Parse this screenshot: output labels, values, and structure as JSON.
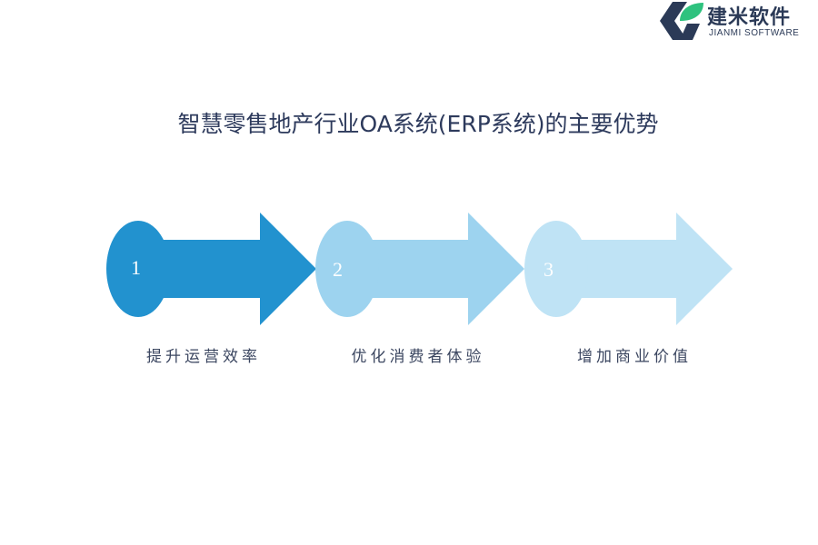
{
  "brand": {
    "name": "建米软件",
    "subtitle": "JIANMI SOFTWARE",
    "colors": {
      "dark": "#2b3a57",
      "green": "#2ec27e"
    }
  },
  "title": "智慧零售地产行业OA系统(ERP系统)的主要优势",
  "steps": [
    {
      "number": "1",
      "label": "提升运营效率",
      "color": "#2292cf"
    },
    {
      "number": "2",
      "label": "优化消费者体验",
      "color": "#9dd3ef"
    },
    {
      "number": "3",
      "label": "增加商业价值",
      "color": "#bfe3f5"
    }
  ]
}
